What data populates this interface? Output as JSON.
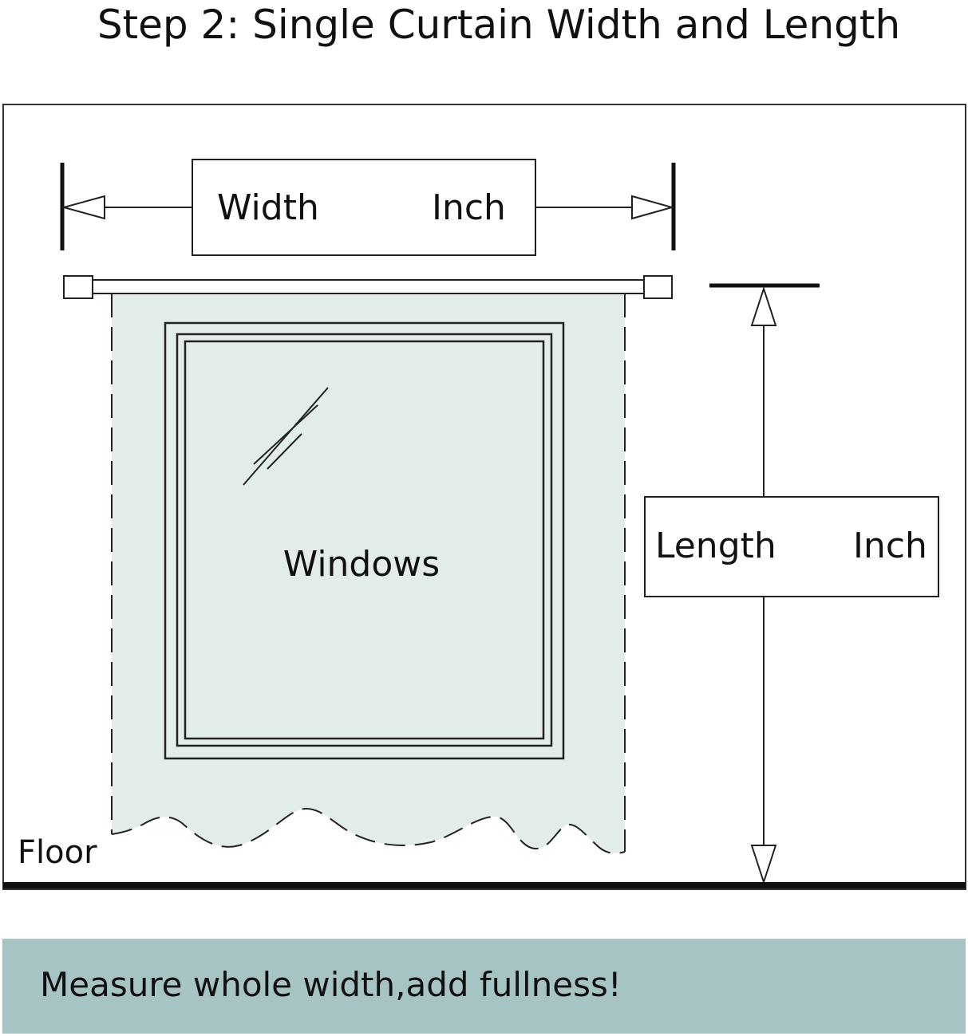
{
  "title": "Step 2: Single Curtain Width and Length",
  "width_box": {
    "label": "Width",
    "unit": "Inch"
  },
  "length_box": {
    "label": "Length",
    "unit": "Inch"
  },
  "window_label": "Windows",
  "floor_label": "Floor",
  "footer_note": "Measure whole width,add fullness!",
  "colors": {
    "curtain_fill": "#e2eceb",
    "banner_fill": "#a7c4c4",
    "line": "#111111"
  }
}
